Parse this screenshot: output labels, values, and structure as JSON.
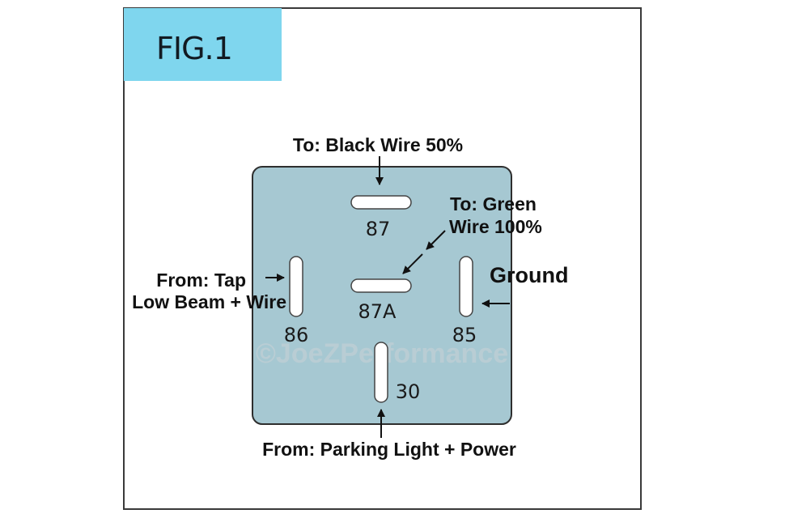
{
  "figure": {
    "tag": "FIG.1",
    "tag_color": "#7fd6ee",
    "relay_color": "#a6c8d2",
    "watermark": "©JoeZPerformance"
  },
  "pins": [
    {
      "id": "87",
      "label": "87",
      "orientation": "horizontal"
    },
    {
      "id": "87A",
      "label": "87A",
      "orientation": "horizontal"
    },
    {
      "id": "86",
      "label": "86",
      "orientation": "vertical"
    },
    {
      "id": "85",
      "label": "85",
      "orientation": "vertical"
    },
    {
      "id": "30",
      "label": "30",
      "orientation": "vertical"
    }
  ],
  "annotations": {
    "pin87": "To: Black Wire 50%",
    "pin87a_line1": "To: Green",
    "pin87a_line2": "Wire 100%",
    "pin86_line1": "From: Tap",
    "pin86_line2": "Low Beam + Wire",
    "pin85": "Ground",
    "pin30": "From: Parking Light + Power"
  }
}
